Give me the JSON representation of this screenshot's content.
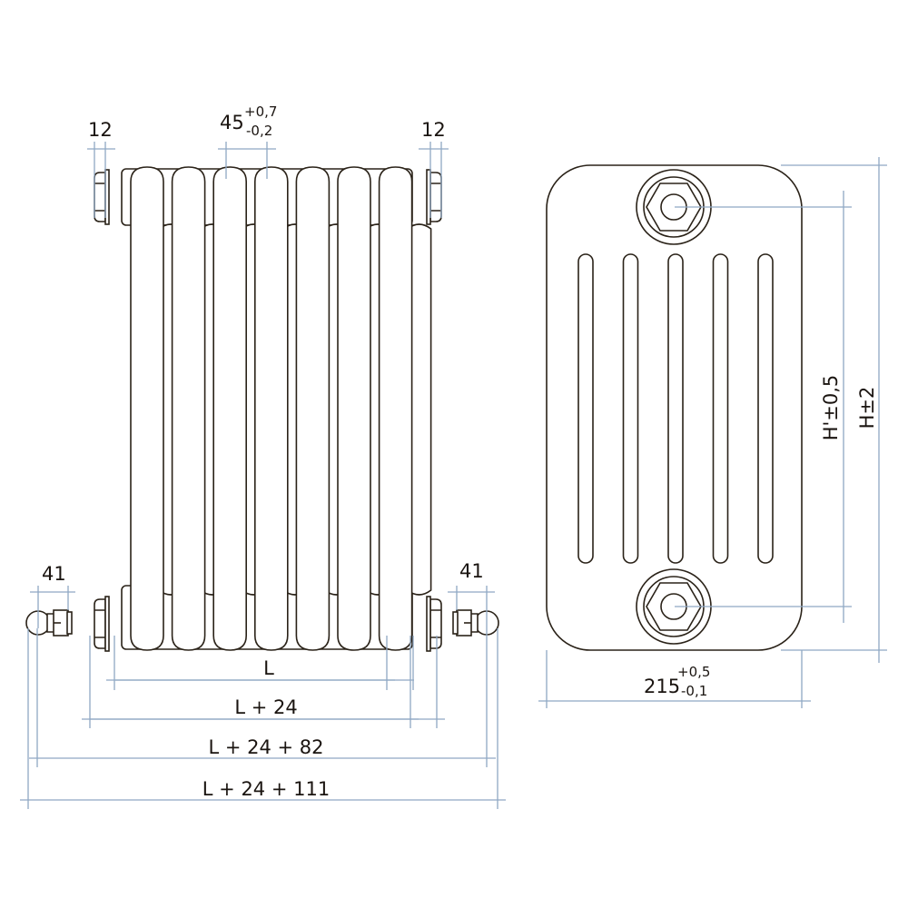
{
  "diagram": {
    "title": "Column radiator dimension drawing",
    "front_view": {
      "sections": 7,
      "columns_per_section": 6,
      "labels": {
        "plug_width_left": "12",
        "plug_width_right": "12",
        "section_pitch": "45",
        "section_pitch_tol_upper": "+0,7",
        "section_pitch_tol_lower": "-0,2",
        "valve_width_left": "41",
        "valve_width_right": "41",
        "length": "L",
        "length_with_plugs": "L + 24",
        "length_with_valves_axis": "L + 24 + 82",
        "length_overall": "L + 24 + 111"
      }
    },
    "side_view": {
      "tubes": 5,
      "labels": {
        "depth": "215",
        "depth_tol_upper": "+0,5",
        "depth_tol_lower": "-0,1",
        "connection_distance": "H'±0,5",
        "height": "H±2"
      }
    },
    "colors": {
      "outline": "#2a2218",
      "dimension_line": "#8fa8c4",
      "text": "#1a1410"
    }
  }
}
